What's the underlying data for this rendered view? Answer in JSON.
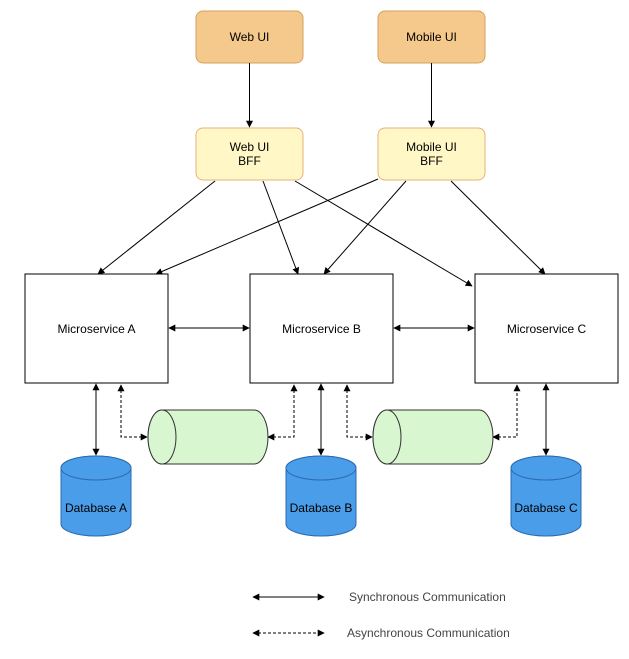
{
  "clients": {
    "web": {
      "label": "Web UI"
    },
    "mobile": {
      "label": "Mobile UI"
    }
  },
  "bffs": {
    "web": {
      "line1": "Web UI",
      "line2": "BFF"
    },
    "mobile": {
      "line1": "Mobile UI",
      "line2": "BFF"
    }
  },
  "services": {
    "a": {
      "label": "Microservice A"
    },
    "b": {
      "label": "Microservice B"
    },
    "c": {
      "label": "Microservice C"
    }
  },
  "databases": {
    "a": {
      "label": "Database A"
    },
    "b": {
      "label": "Database B"
    },
    "c": {
      "label": "Database C"
    }
  },
  "legend": {
    "sync": "Synchronous Communication",
    "async": "Asynchronous Communication"
  },
  "colors": {
    "client_fill": "#f5c98b",
    "client_stroke": "#d6a15c",
    "bff_fill": "#fff8c6",
    "bff_stroke": "#e8b07a",
    "queue_fill": "#d8f7d0",
    "queue_stroke": "#333333",
    "db_fill": "#4a9de8",
    "db_stroke": "#2b6bb0"
  }
}
